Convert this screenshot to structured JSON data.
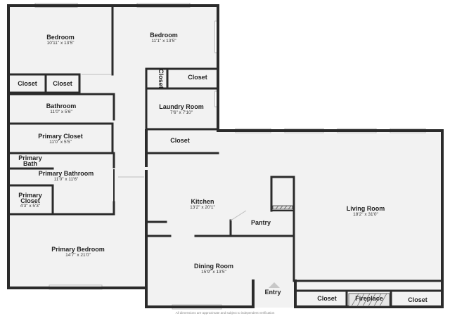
{
  "rooms": {
    "bedroom_left": {
      "name": "Bedroom",
      "dims": "10'11\" x 13'5\""
    },
    "bedroom_right": {
      "name": "Bedroom",
      "dims": "11'1\" x 13'5\""
    },
    "closet_1": {
      "name": "Closet"
    },
    "closet_2": {
      "name": "Closet"
    },
    "closet_vertical": {
      "name": "Closet"
    },
    "closet_3": {
      "name": "Closet"
    },
    "bathroom": {
      "name": "Bathroom",
      "dims": "11'0\" x 5'6\""
    },
    "laundry": {
      "name": "Laundry Room",
      "dims": "7'6\" x 7'10\""
    },
    "primary_closet": {
      "name": "Primary Closet",
      "dims": "11'0\" x 5'5\""
    },
    "closet_4": {
      "name": "Closet"
    },
    "primary_bath": {
      "line1": "Primary",
      "line2": "Bath"
    },
    "primary_bathroom": {
      "name": "Primary Bathroom",
      "dims": "11'0\" x 11'6\""
    },
    "primary_closet_small": {
      "line1": "Primary",
      "line2": "Closet",
      "dims": "4'3\" x 5'3\""
    },
    "kitchen": {
      "name": "Kitchen",
      "dims": "13'2\" x 20'1\""
    },
    "living_room": {
      "name": "Living Room",
      "dims": "18'2\" x 31'0\""
    },
    "pantry": {
      "name": "Pantry"
    },
    "primary_bedroom": {
      "name": "Primary Bedroom",
      "dims": "14'7\" x 21'0\""
    },
    "dining_room": {
      "name": "Dining Room",
      "dims": "15'9\" x 13'5\""
    },
    "entry": {
      "name": "Entry"
    },
    "closet_5": {
      "name": "Closet"
    },
    "fireplace": {
      "name": "Fireplace"
    },
    "closet_6": {
      "name": "Closet"
    }
  },
  "footer": {
    "disclaimer": "All dimensions are approximate and subject to independent verification"
  },
  "colors": {
    "wall": "#2b2b2b",
    "floor": "#f2f2f2",
    "window": "#c9c9c9"
  }
}
